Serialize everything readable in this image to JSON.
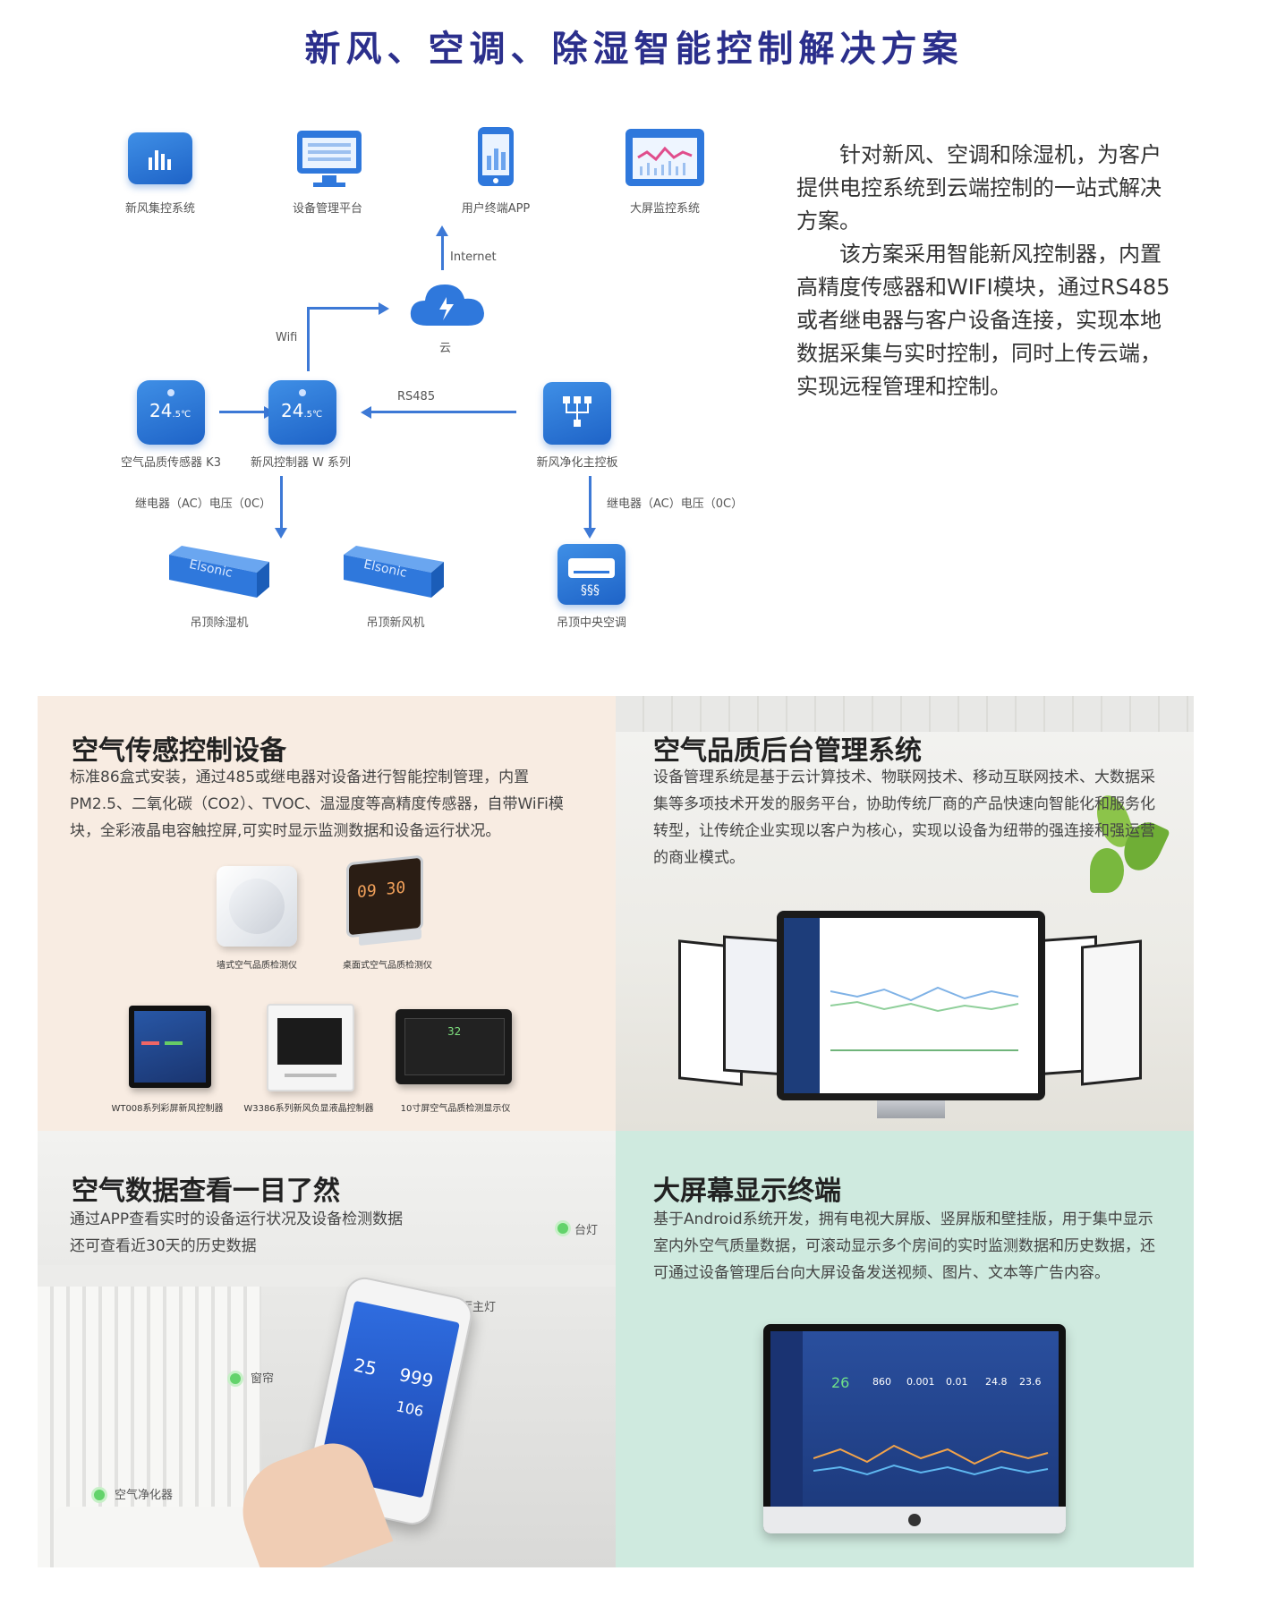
{
  "title": "新风、空调、除湿智能控制解决方案",
  "diagram": {
    "top_nodes": [
      "新风集控系统",
      "设备管理平台",
      "用户终端APP",
      "大屏监控系统"
    ],
    "internet_label": "Internet",
    "cloud_label": "云",
    "wifi_label": "Wifi",
    "rs485_label": "RS485",
    "sensor_label": "空气品质传感器 K3",
    "controller_label": "新风控制器 W 系列",
    "purifier_board_label": "新风净化主控板",
    "temp_reading": "24",
    "temp_unit": ".5℃",
    "relay_left": "继电器（AC）电压（0C）",
    "relay_right": "继电器（AC）电压（0C）",
    "brand": "Elsonic",
    "bottom_nodes": [
      "吊顶除湿机",
      "吊顶新风机",
      "吊顶中央空调"
    ]
  },
  "intro": [
    "针对新风、空调和除湿机，为客户提供电控系统到云端控制的一站式解决方案。",
    "该方案采用智能新风控制器，内置高精度传感器和WIFI模块，通过RS485或者继电器与客户设备连接，实现本地数据采集与实时控制，同时上传云端，实现远程管理和控制。"
  ],
  "panels": {
    "sensor": {
      "title": "空气传感控制设备",
      "text": "标准86盒式安装，通过485或继电器对设备进行智能控制管理，内置PM2.5、二氧化碳（CO2）、TVOC、温湿度等高精度传感器，自带WiFi模块，全彩液晶电容触控屏,可实时显示监测数据和设备运行状况。",
      "products": [
        "墙式空气品质检测仪",
        "桌面式空气品质检测仪",
        "WT008系列彩屏新风控制器",
        "W3386系列新风负显液晶控制器",
        "10寸屏空气品质检测显示仪"
      ],
      "desk_time": "09 30",
      "w_reading": "32"
    },
    "backend": {
      "title": "空气品质后台管理系统",
      "text": "设备管理系统是基于云计算技术、物联网技术、移动互联网技术、大数据采集等多项技术开发的服务平台，协助传统厂商的产品快速向智能化和服务化转型，让传统企业实现以客户为核心，实现以设备为纽带的强连接和强运营的商业模式。"
    },
    "app": {
      "title": "空气数据查看一目了然",
      "text": "通过APP查看实时的设备运行状况及设备检测数据\n还可查看近30天的历史数据",
      "tags": [
        "台灯",
        "客厅主灯",
        "窗帘",
        "空气净化器"
      ],
      "phone": {
        "pm": "25",
        "co2": "999",
        "tvoc": "106"
      }
    },
    "screen": {
      "title": "大屏幕显示终端",
      "text": "基于Android系统开发，拥有电视大屏版、竖屏版和壁挂版，用于集中显示室内外空气质量数据，可滚动显示多个房间的实时监测数据和历史数据，还可通过设备管理后台向大屏设备发送视频、图片、文本等广告内容。",
      "values": [
        "26",
        "860",
        "0.001",
        "0.01",
        "24.8",
        "23.6"
      ]
    }
  },
  "colors": {
    "title": "#2b2f8c",
    "diagram_blue": "#2f78dc",
    "panel_sensor_bg": "#f8ece2",
    "panel_screen_bg": "#cfeadf"
  }
}
